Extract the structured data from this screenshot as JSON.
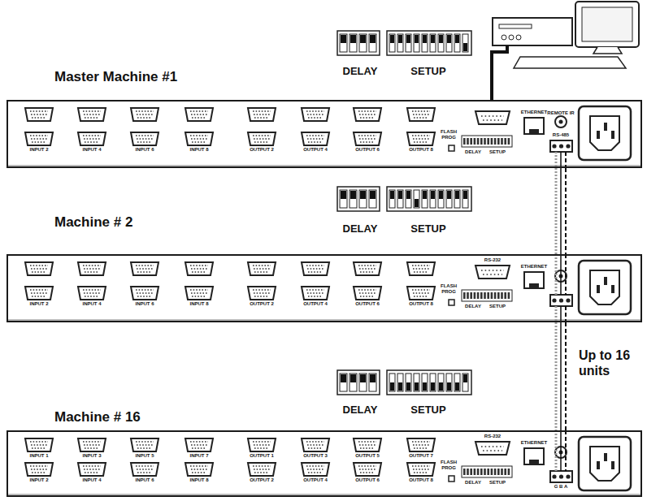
{
  "diagram": {
    "nodes": [
      {
        "text": [
          "Master Machine #1"
        ]
      },
      {
        "text": [
          "Machine # 2"
        ]
      },
      {
        "text": [
          "Machine # 16"
        ]
      }
    ],
    "edges": [
      {
        "from": 0,
        "to": 1,
        "arrow": "none"
      },
      {
        "from": 1,
        "to": 2,
        "arrow": "none"
      }
    ],
    "labels": [
      "DELAY",
      "SETUP",
      "INPUT 2",
      "INPUT 4",
      "INPUT 6",
      "INPUT 8",
      "OUTPUT 2",
      "OUTPUT 4",
      "OUTPUT 6",
      "OUTPUT 8",
      "FLASH PROG",
      "DELAY",
      "SETUP",
      "ETHERNET",
      "REMOTE IR",
      "RS-485",
      "DELAY",
      "SETUP",
      "INPUT 2",
      "INPUT 4",
      "INPUT 6",
      "INPUT 8",
      "OUTPUT 2",
      "OUTPUT 4",
      "OUTPUT 6",
      "OUTPUT 8",
      "FLASH PROG",
      "RS-232",
      "DELAY",
      "SETUP",
      "ETHERNET",
      "Up to 16 units",
      "DELAY",
      "SETUP",
      "INPUT 1",
      "INPUT 3",
      "INPUT 5",
      "INPUT 7",
      "OUTPUT 1",
      "OUTPUT 3",
      "OUTPUT 5",
      "OUTPUT 7",
      "INPUT 2",
      "INPUT 4",
      "INPUT 6",
      "INPUT 8",
      "OUTPUT 2",
      "OUTPUT 4",
      "OUTPUT 6",
      "OUTPUT 8",
      "FLASH PROG",
      "RS-232",
      "DELAY",
      "SETUP",
      "ETHERNET",
      "G B A"
    ]
  }
}
